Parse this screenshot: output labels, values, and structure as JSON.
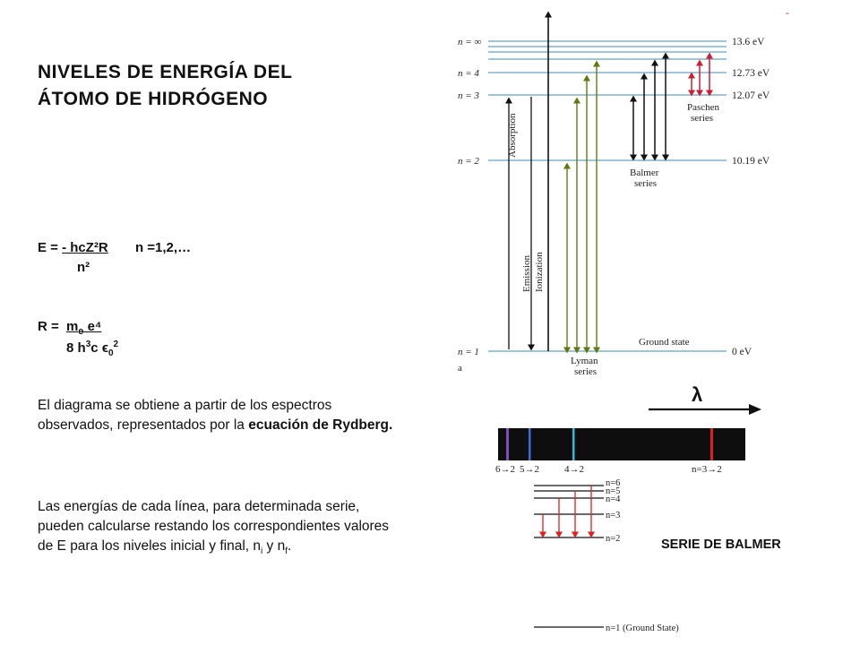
{
  "slide": {
    "title_line1": "NIVELES DE ENERGÍA DEL",
    "title_line2": "ÁTOMO DE HIDRÓGENO",
    "formula_e_left": "E =",
    "formula_e_num": "- hcZ²R",
    "formula_e_n": "n =1,2,…",
    "formula_e_den": "n²",
    "formula_r_left": "R =",
    "formula_r_num_me": "m",
    "formula_r_num_sub": "e",
    "formula_r_num_e": " e⁴",
    "formula_r_den_a": "8 h",
    "formula_r_den_sup3": "3",
    "formula_r_den_b": "c ",
    "formula_r_den_eps": "ϵ",
    "formula_r_den_sub0": "0",
    "formula_r_den_sup2": "2",
    "para1_a": "El diagrama se obtiene a partir de los espectros observados, representados por la ",
    "para1_b": "ecuación de Rydberg.",
    "para2_a": "Las energías de cada línea, para determinada serie, pueden calcularse restando los correspondientes valores de E para los niveles inicial y final, n",
    "para2_sub_i": "i",
    "para2_b": " y  n",
    "para2_sub_f": "f",
    "para2_c": ".",
    "serie_label": "SERIE DE BALMER",
    "lambda": "λ"
  },
  "diagram": {
    "levels": [
      {
        "n_label": "n = ∞",
        "energy": "13.6 eV"
      },
      {
        "n_label": "n = 4",
        "energy": "12.73 eV"
      },
      {
        "n_label": "n = 3",
        "energy": "12.07 eV"
      },
      {
        "n_label": "n = 2",
        "energy": "10.19 eV"
      },
      {
        "n_label": "n = 1",
        "energy": "0 eV"
      }
    ],
    "labels": {
      "absorption": "Absorption",
      "emission": "Emission",
      "ionization": "Ionization",
      "ground": "Ground state",
      "a": "a",
      "lyman1": "Lyman",
      "lyman2": "series",
      "balmer1": "Balmer",
      "balmer2": "series",
      "paschen1": "Paschen",
      "paschen2": "series",
      "dash": "-"
    },
    "colors": {
      "level": "#7fb2cc",
      "balmer_arrow": "#111111",
      "lyman_arrow": "#5f7a12",
      "paschen_arrow": "#cc1e35"
    }
  },
  "spectrum": {
    "labels": [
      "6→2",
      "5→2",
      "4→2",
      "n=3→2"
    ],
    "line_colors": [
      "#7a4fbf",
      "#3d6fd6",
      "#38b6d8",
      "#e02020"
    ]
  },
  "balmer_levels": {
    "labels": [
      "n=6",
      "n=5",
      "n=4",
      "n=3",
      "n=2",
      "n=1 (Ground State)"
    ]
  }
}
